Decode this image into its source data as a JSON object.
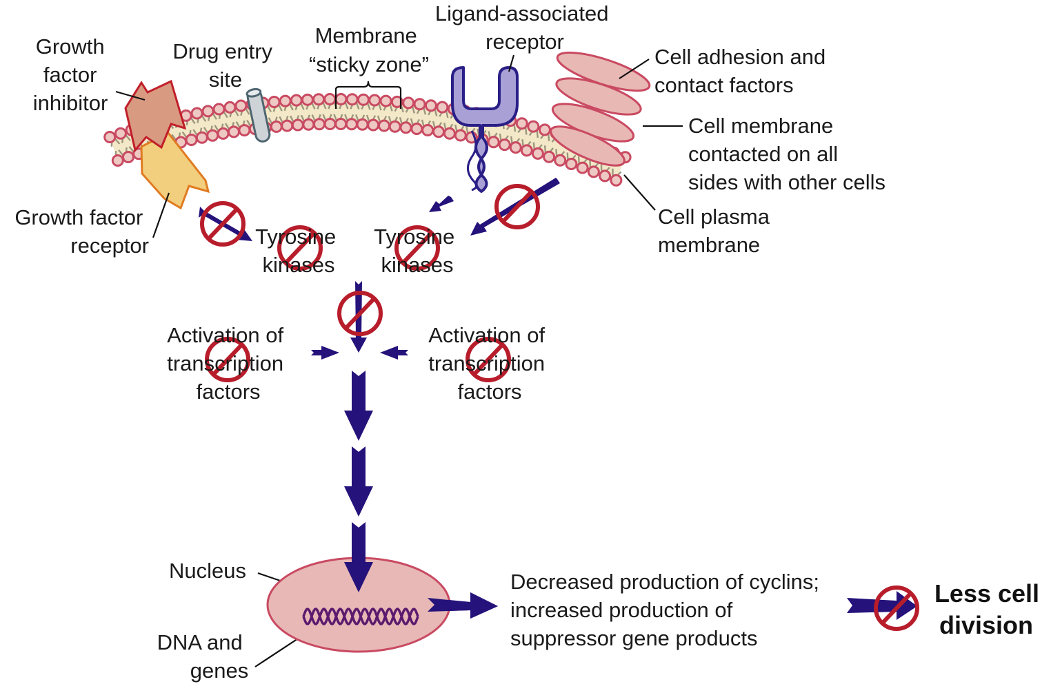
{
  "title": "Mechanisms of targeted anticancer drug action on the cell membrane and signal transduction pathway",
  "colors": {
    "membrane_head_fill": "#eec9c4",
    "membrane_head_stroke": "#c94a62",
    "membrane_core": "#f3e9c8",
    "arrow": "#25127a",
    "inhibition_symbol": "#b81d2b",
    "receptor_ligand": "#a9a0d6",
    "growth_factor_inhibitor": "#d99a82",
    "growth_factor_receptor": "#f2cf7e",
    "nucleus": "#e8b8b6",
    "dna": "#5c1a6e"
  },
  "labels": {
    "growth_factor_inhibitor": [
      "Growth",
      "factor",
      "inhibitor"
    ],
    "drug_entry_site": [
      "Drug entry",
      "site"
    ],
    "membrane_sticky_zone": [
      "Membrane",
      "“sticky zone”"
    ],
    "ligand_associated_receptor": [
      "Ligand-associated",
      "receptor"
    ],
    "cell_adhesion": [
      "Cell adhesion and",
      "contact factors"
    ],
    "cell_membrane_contacted": [
      "Cell membrane",
      "contacted on all",
      "sides with other cells"
    ],
    "cell_plasma_membrane": [
      "Cell plasma",
      "membrane"
    ],
    "growth_factor_receptor": [
      "Growth factor",
      "receptor"
    ],
    "tyrosine_kinases_left": [
      "Tyrosine",
      "kinases"
    ],
    "tyrosine_kinases_right": [
      "Tyrosine",
      "kinases"
    ],
    "activation_tf_left": [
      "Activation of",
      "transcription",
      "factors"
    ],
    "activation_tf_right": [
      "Activation of",
      "transcription",
      "factors"
    ],
    "nucleus": "Nucleus",
    "dna_and_genes": [
      "DNA and",
      "genes"
    ],
    "outcome": [
      "Decreased production of cyclins;",
      "increased production of",
      "suppressor gene products"
    ],
    "result": [
      "Less cell",
      "division"
    ]
  },
  "icons": {
    "inhibition": "no-entry-symbol",
    "pathway_arrow": "arrow"
  }
}
